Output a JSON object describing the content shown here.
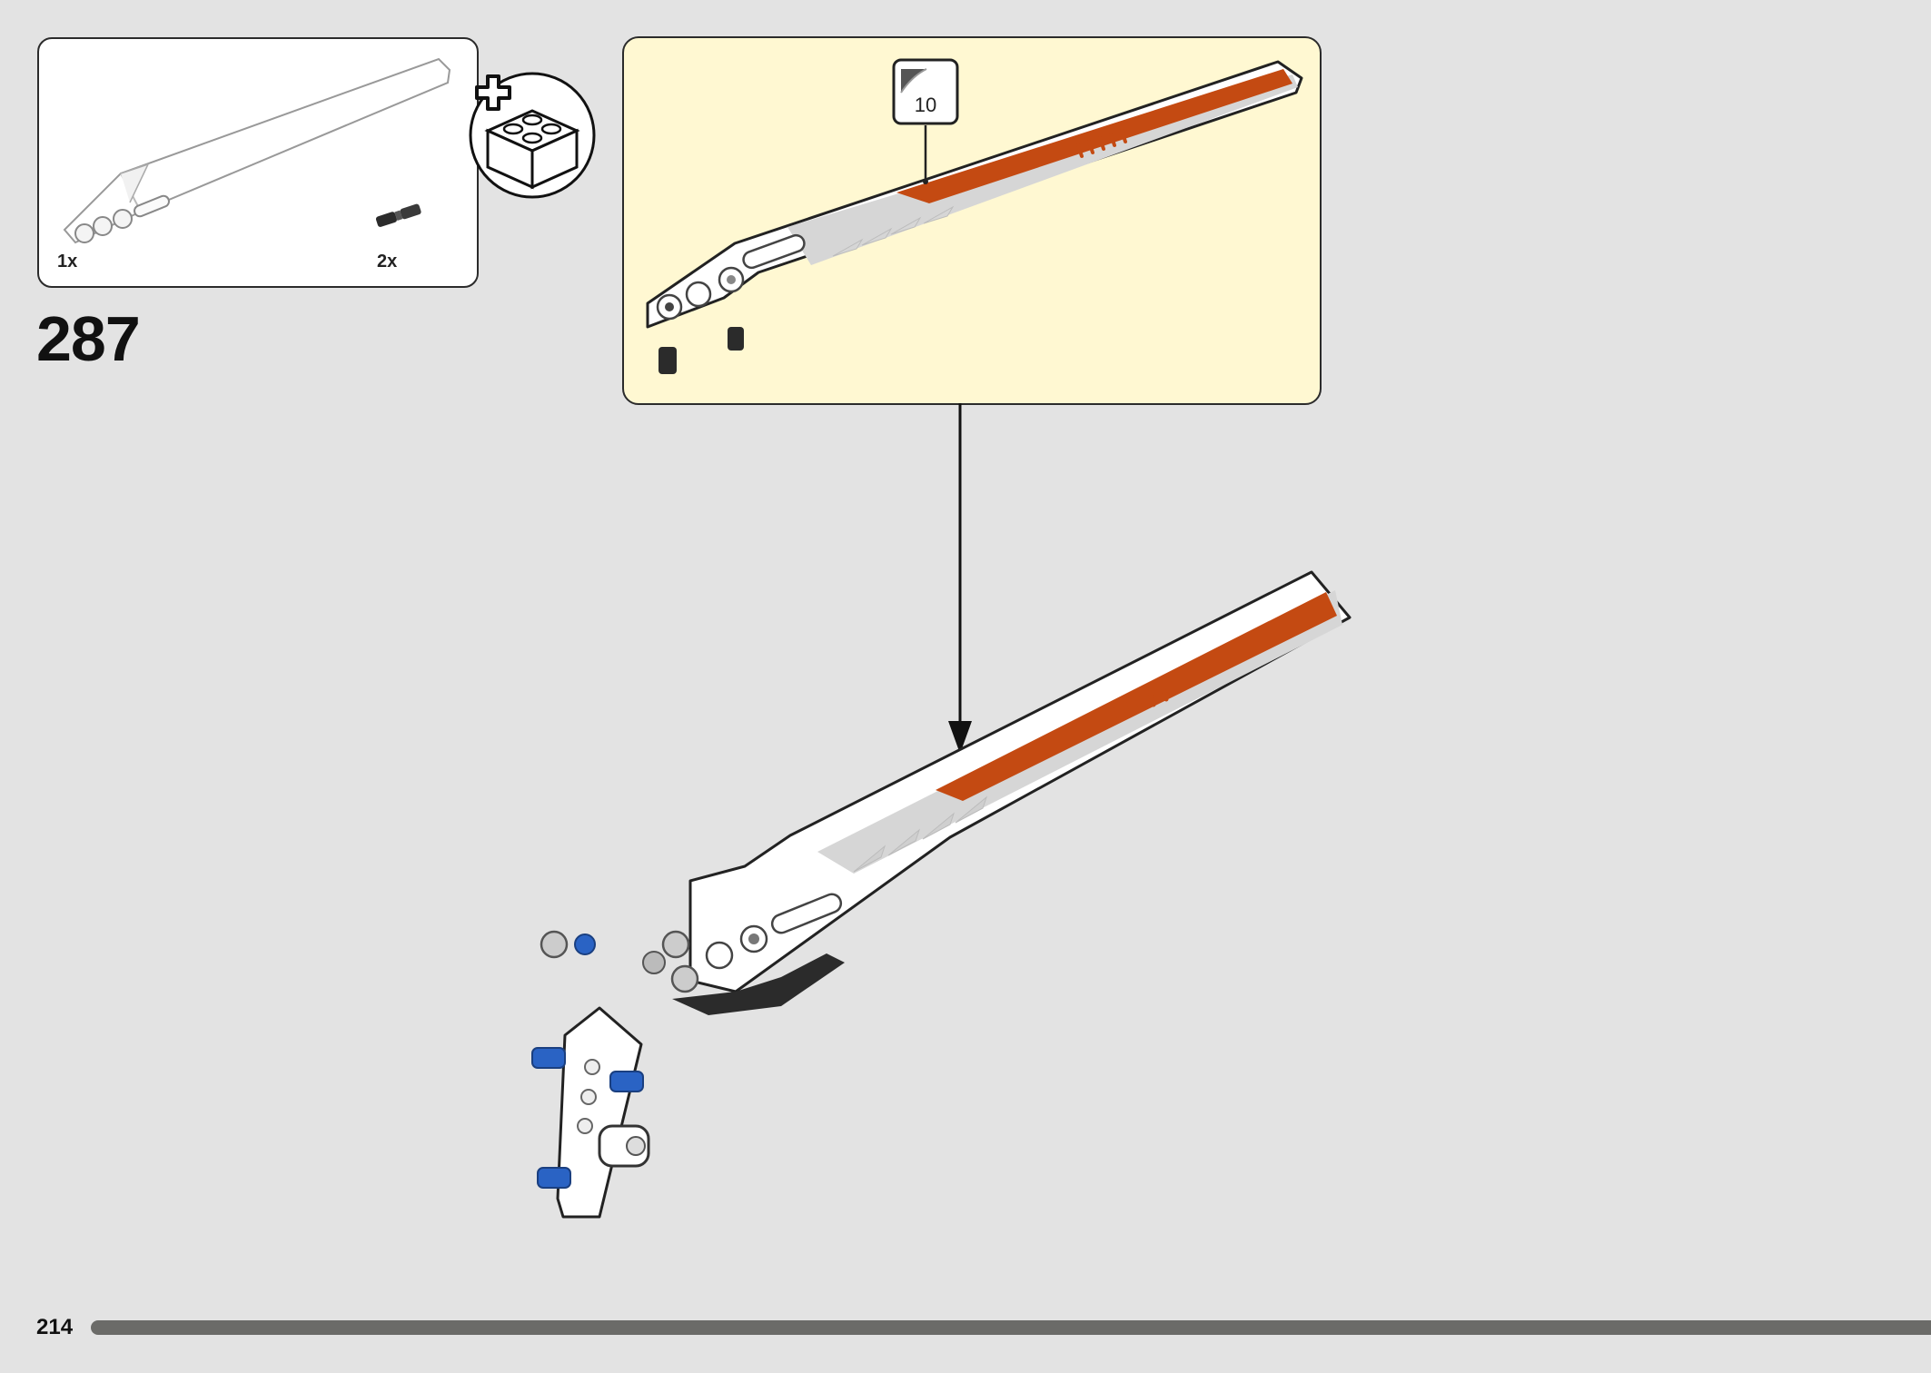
{
  "step": {
    "number": "287"
  },
  "parts_list": {
    "items": [
      {
        "quantity": "1x",
        "icon": "white-panel-blade-piece"
      },
      {
        "quantity": "2x",
        "icon": "black-axle-pin-piece"
      }
    ],
    "badge_icon": "add-brick-icon"
  },
  "callout": {
    "sticker_number": "10",
    "background": "#fff8d2"
  },
  "colors": {
    "accent_orange": "#c44a12",
    "panel_white": "#ffffff",
    "panel_gray": "#d6d6d6",
    "pin_blue": "#2a63c4"
  },
  "footer": {
    "page_number": "214"
  }
}
